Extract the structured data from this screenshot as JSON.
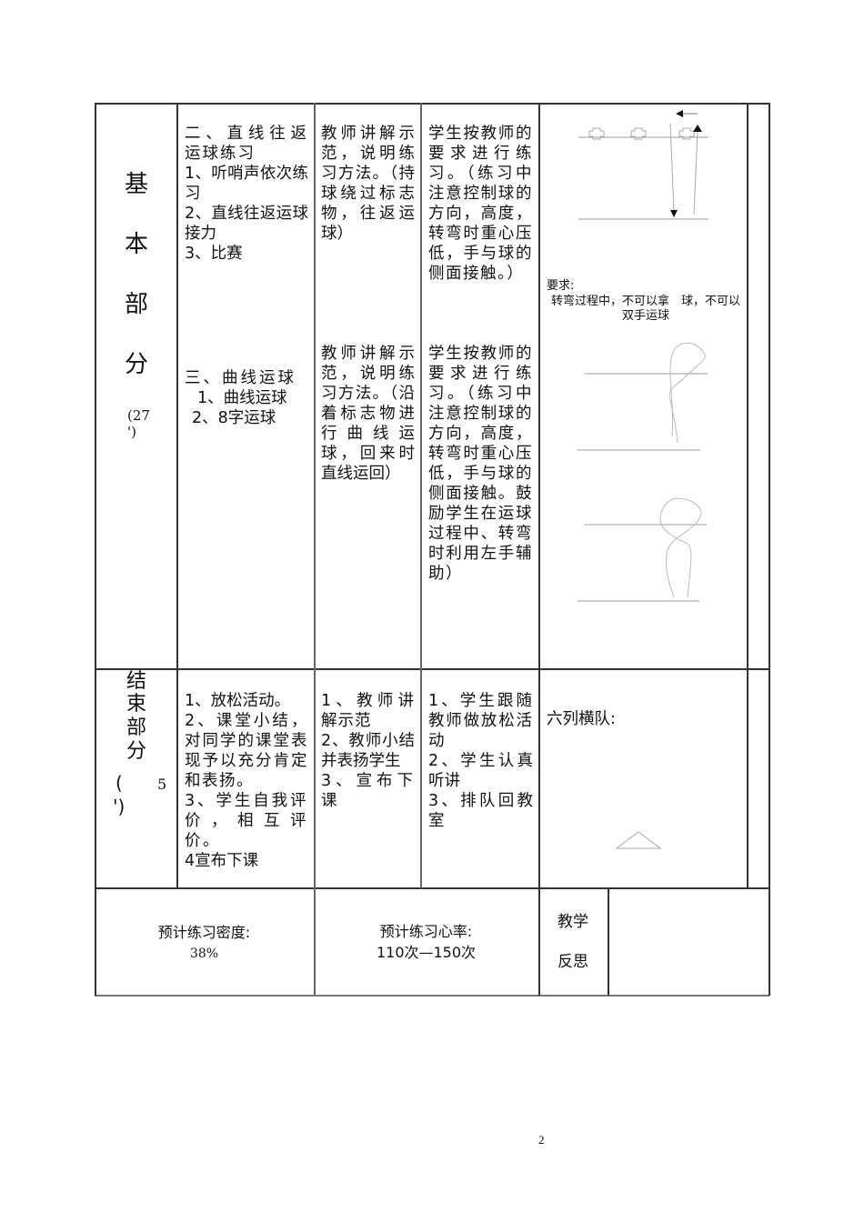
{
  "basic_section": {
    "label_chars": [
      "基",
      "本",
      "部",
      "分"
    ],
    "duration": "(27\n')",
    "content_1": {
      "title": "二、直线往返运球练习",
      "items": [
        "1、听哨声依次练习",
        "2、直线往返运球接力",
        "3、比赛"
      ]
    },
    "teacher_1": "教师讲解示范，说明练习方法。（持球绕过标志物，往返运球）",
    "student_1": "学生按教师的要求进行练习。（练习中注意控制球的方向，高度，转弯时重心压低，手与球的侧面接触。）",
    "diagram_1_note_title": "要求:",
    "diagram_1_note_body": "转弯过程中，不可以拿　球，不可以双手运球",
    "content_2": {
      "title": "三、曲线运球",
      "items": [
        "1、曲线运球",
        "2、8字运球"
      ]
    },
    "teacher_2": "教师讲解示范，说明练习方法。（沿着标志物进行曲线运球，回来时直线运回）",
    "student_2": "学生按教师的要求进行练习。（练习中注意控制球的方向，高度，转弯时重心压低，手与球的侧面接触。鼓励学生在运球过程中、转弯时利用左手辅助）"
  },
  "end_section": {
    "label_chars": [
      "结",
      "束",
      "部",
      "分"
    ],
    "duration_open": "(",
    "duration_value": "5",
    "duration_close": "')",
    "content_lines": [
      "1、放松活动。",
      "2、课堂小结，对同学的课堂表现予以充分肯定和表扬。",
      "3、学生自我评价，相互评价。",
      "4宣布下课"
    ],
    "teacher_lines": [
      "1、教师讲解示范",
      "2、教师小结并表扬学生",
      "3、宣布下课"
    ],
    "student_lines": [
      "1、学生跟随教师做放松活动",
      "2、学生认真听讲",
      "3、排队回教室"
    ],
    "formation_label": "六列横队:"
  },
  "summary_row": {
    "density_label": "预计练习密度:",
    "density_value": "38%",
    "heart_rate_label": "预计练习心率:",
    "heart_rate_value": "110次—150次",
    "reflection_label_1": "教学",
    "reflection_label_2": "反思",
    "reflection_value": ""
  },
  "page_number": "2"
}
